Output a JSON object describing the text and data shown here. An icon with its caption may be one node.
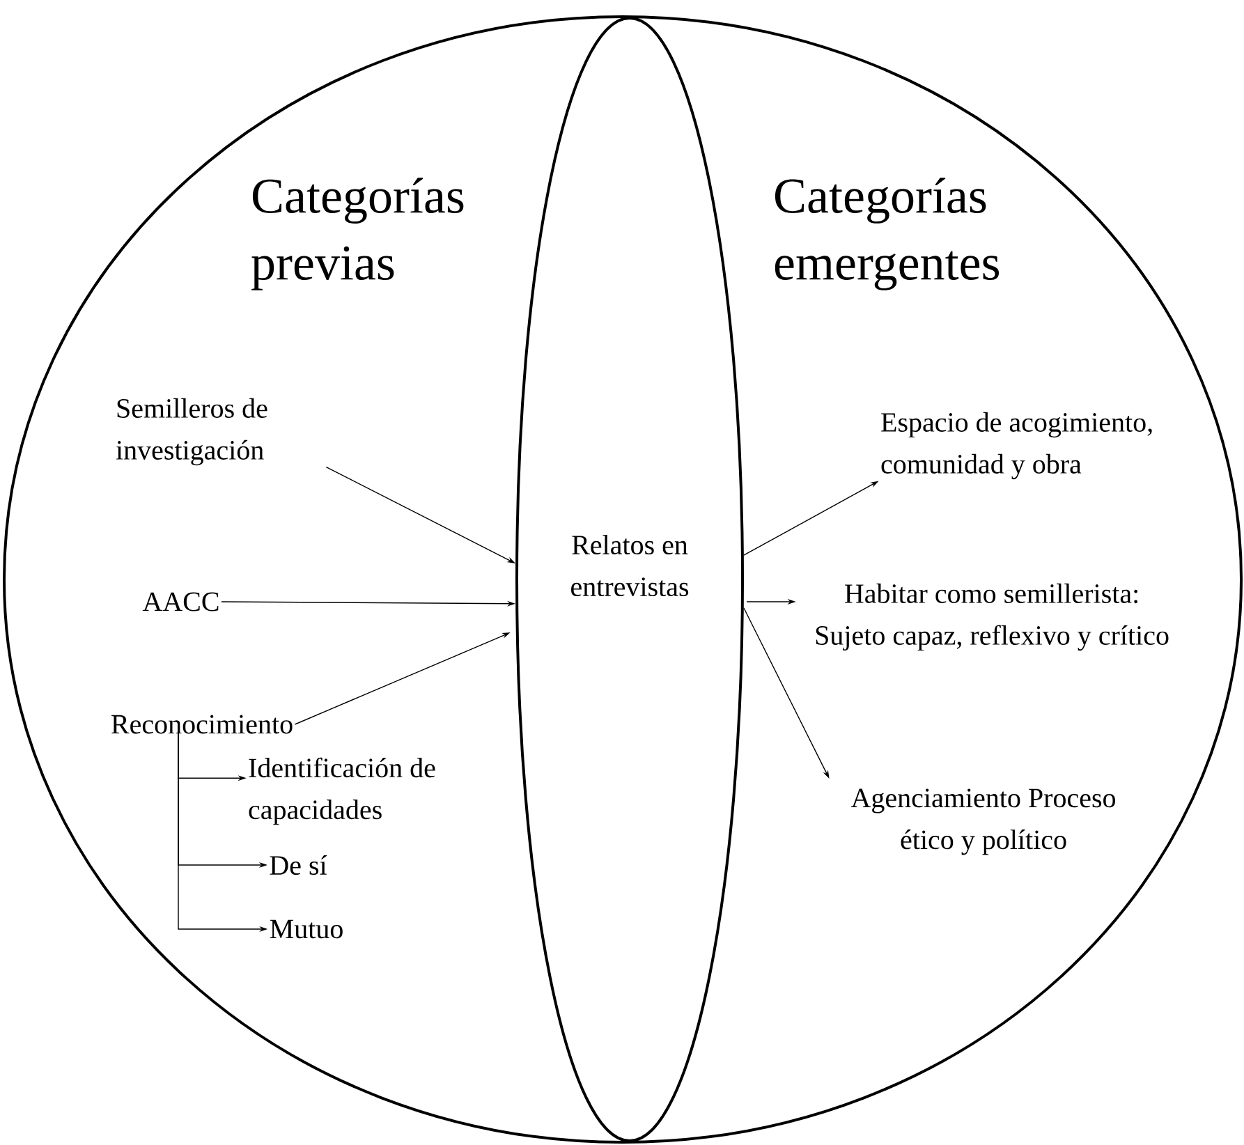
{
  "diagram": {
    "nodes": [
      {
        "text": [
          "Categorías previas",
          "Categorías emergentes"
        ]
      },
      {
        "text": [
          "Relatos en entrevistas"
        ],
        "in": 0
      },
      {
        "text": [
          "Semilleros de investigación"
        ],
        "in": 0
      },
      {
        "text": [
          "AACC"
        ],
        "in": 0
      },
      {
        "text": [
          "Reconocimiento"
        ],
        "in": 0
      },
      {
        "text": [
          "Identificación de capacidades"
        ],
        "in": 0
      },
      {
        "text": [
          "De sí"
        ],
        "in": 0
      },
      {
        "text": [
          "Mutuo"
        ],
        "in": 0
      },
      {
        "text": [
          "Espacio de acogimiento, comunidad y obra"
        ],
        "in": 0
      },
      {
        "text": [
          "Habitar como semillerista: Sujeto capaz, reflexivo y crítico"
        ],
        "in": 0
      },
      {
        "text": [
          "Agenciamiento Proceso ético y político"
        ],
        "in": 0
      }
    ],
    "edges": [
      {
        "from": 2,
        "to": 1,
        "arrow": "to"
      },
      {
        "from": 3,
        "to": 1,
        "arrow": "to"
      },
      {
        "from": 4,
        "to": 1,
        "arrow": "to"
      },
      {
        "from": 1,
        "to": 8,
        "arrow": "to"
      },
      {
        "from": 1,
        "to": 9,
        "arrow": "to"
      },
      {
        "from": 1,
        "to": 10,
        "arrow": "to"
      },
      {
        "from": 4,
        "to": 5,
        "arrow": "to"
      },
      {
        "from": 4,
        "to": 6,
        "arrow": "to"
      },
      {
        "from": 4,
        "to": 7,
        "arrow": "to"
      }
    ]
  }
}
